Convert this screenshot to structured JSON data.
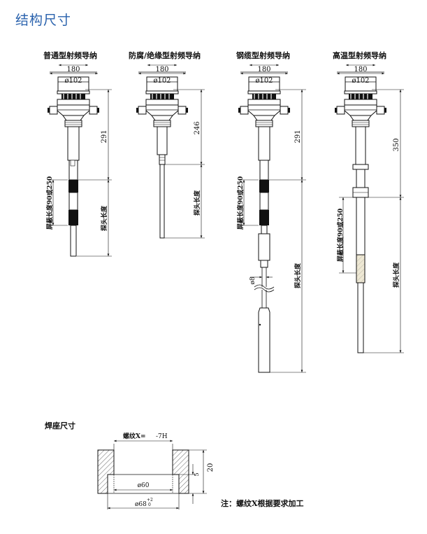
{
  "page": {
    "title": "结构尺寸",
    "note": "注：螺纹X根据要求加工"
  },
  "variants": [
    {
      "caption": "普通型射频导纳",
      "width": "180",
      "dia": "ø102",
      "height": "291",
      "shield": "屏蔽长度90或250",
      "probe": "探头长度"
    },
    {
      "caption": "防腐/绝缘型射频导纳",
      "width": "180",
      "dia": "ø102",
      "height": "246",
      "probe": "探头长度"
    },
    {
      "caption": "钢缆型射频导纳",
      "width": "180",
      "dia": "ø102",
      "height": "291",
      "shield": "屏蔽长度90或250",
      "probe": "探头长度",
      "cable_dia": "ø8"
    },
    {
      "caption": "高温型射频导纳",
      "width": "180",
      "dia": "ø102",
      "height": "350",
      "shield": "屏蔽长度90或250",
      "probe": "探头长度"
    }
  ],
  "weld": {
    "title": "焊座尺寸",
    "thread": "螺纹X=",
    "thread_tol": "-7H",
    "height": "20",
    "step": "5",
    "inner": "ø60",
    "outer": "ø68",
    "outer_tol_up": "+2",
    "outer_tol_lo": "0"
  }
}
